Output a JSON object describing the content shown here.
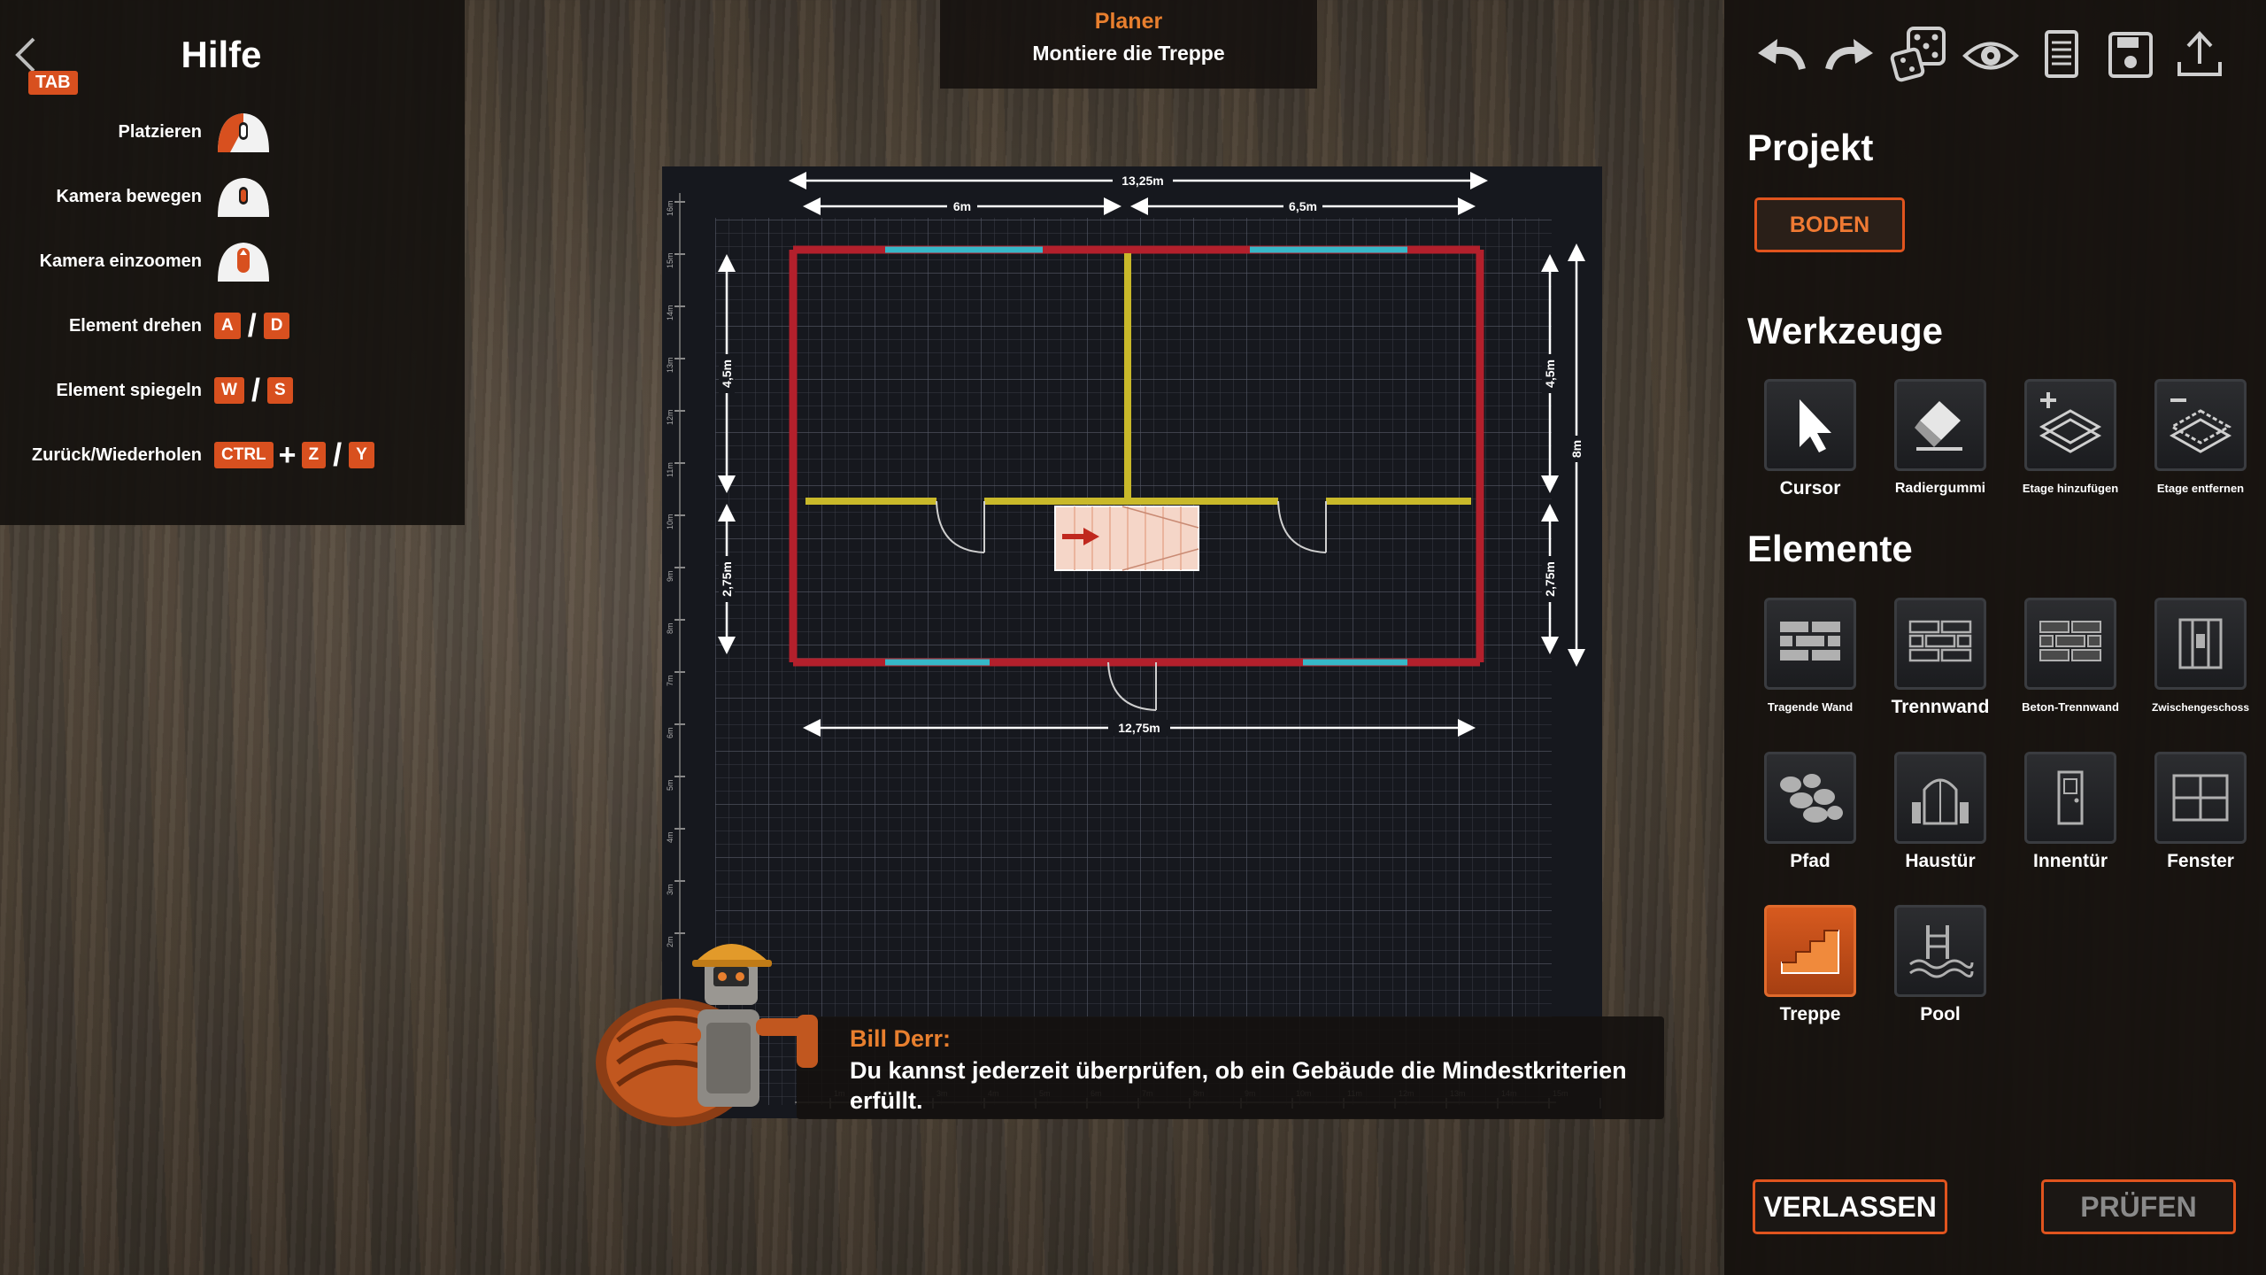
{
  "help": {
    "title": "Hilfe",
    "tab_key": "TAB",
    "rows": [
      {
        "label": "Platzieren"
      },
      {
        "label": "Kamera bewegen"
      },
      {
        "label": "Kamera einzoomen"
      },
      {
        "label": "Element drehen",
        "keys": [
          "A",
          "D"
        ]
      },
      {
        "label": "Element spiegeln",
        "keys": [
          "W",
          "S"
        ]
      },
      {
        "label": "Zurück/Wiederholen",
        "keys": [
          "CTRL",
          "Z",
          "Y"
        ]
      }
    ]
  },
  "banner": {
    "title": "Planer",
    "subtitle": "Montiere die Treppe"
  },
  "plan": {
    "dim_top_total": "13,25m",
    "dim_top_left": "6m",
    "dim_top_right": "6,5m",
    "dim_bottom": "12,75m",
    "dim_left_upper": "4,5m",
    "dim_left_lower": "2,75m",
    "dim_right_upper": "4,5m",
    "dim_right_lower": "2,75m",
    "dim_right_total": "8m",
    "ruler_left": [
      "16m",
      "15m",
      "14m",
      "13m",
      "12m",
      "11m",
      "10m",
      "9m",
      "8m",
      "7m",
      "6m",
      "5m",
      "4m",
      "3m",
      "2m"
    ],
    "ruler_bottom": [
      "1m",
      "2m",
      "3m",
      "4m",
      "5m",
      "6m",
      "7m",
      "8m",
      "9m",
      "10m",
      "11m",
      "12m",
      "13m",
      "14m",
      "15m",
      "16m"
    ]
  },
  "dialog": {
    "speaker": "Bill Derr:",
    "text": "Du kannst jederzeit überprüfen, ob ein Gebäude die Mindestkriterien erfüllt."
  },
  "toolbar": {
    "icons": [
      "undo-icon",
      "redo-icon",
      "dice-icon",
      "eye-icon",
      "document-icon",
      "save-icon",
      "upload-icon"
    ]
  },
  "project": {
    "title": "Projekt",
    "floor_button": "BODEN"
  },
  "tools": {
    "title": "Werkzeuge",
    "items": [
      "Cursor",
      "Radiergummi",
      "Etage hinzufügen",
      "Etage entfernen"
    ]
  },
  "elements": {
    "title": "Elemente",
    "items": [
      "Tragende Wand",
      "Trennwand",
      "Beton-Trennwand",
      "Zwischengeschoss",
      "Pfad",
      "Haustür",
      "Innentür",
      "Fenster",
      "Treppe",
      "Pool"
    ],
    "active": "Treppe"
  },
  "footer": {
    "leave": "VERLASSEN",
    "check": "PRÜFEN"
  },
  "colors": {
    "accent": "#e0541e",
    "outer_wall": "#b3202c",
    "inner_wall": "#c9b92a",
    "window": "#36b8c8",
    "stairs": "#f5d6c8"
  }
}
